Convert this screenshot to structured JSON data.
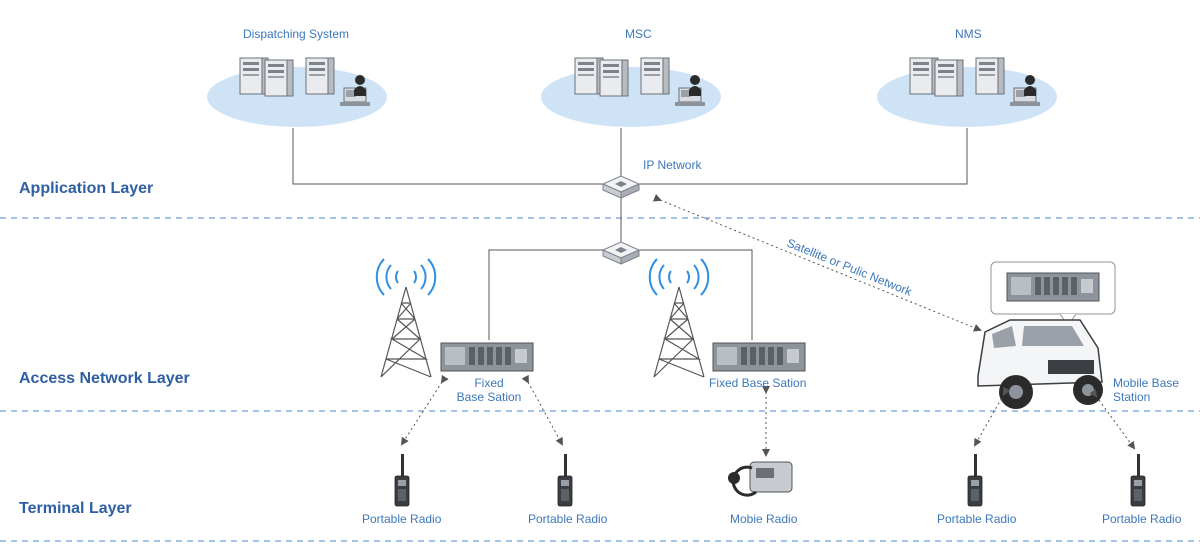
{
  "layers": {
    "application": "Application Layer",
    "access": "Access Network Layer",
    "terminal": "Terminal Layer"
  },
  "servers": {
    "dispatching": "Dispatching System",
    "msc": "MSC",
    "nms": "NMS"
  },
  "network": {
    "ip": "IP Network",
    "satellite": "Satellite or Pulic Network"
  },
  "stations": {
    "fixed_1": "Fixed\nBase Sation",
    "fixed_2": "Fixed Base Sation",
    "mobile": "Mobile Base\nStation"
  },
  "terminals": {
    "radio_1": "Portable Radio",
    "radio_2": "Portable Radio",
    "mobile_radio": "Mobie Radio",
    "radio_3": "Portable Radio",
    "radio_4": "Portable Radio"
  },
  "colors": {
    "label": "#3d78b8",
    "layer": "#2f5fa3",
    "divider": "#6f9fd6",
    "cloud": "#cfe3f6",
    "line": "#555555",
    "wifi": "#2f8fe0"
  }
}
